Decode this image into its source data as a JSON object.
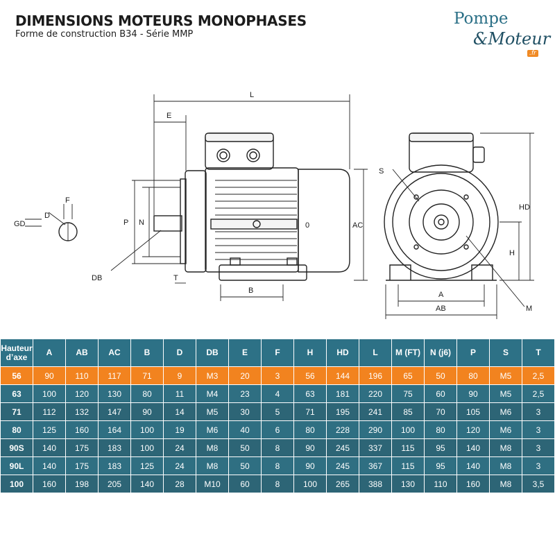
{
  "header": {
    "title": "DIMENSIONS MOTEURS MONOPHASES",
    "subtitle": "Forme de construction B34 - Série MMP"
  },
  "logo": {
    "line1": "Pompe",
    "line2": "&Moteur",
    "suffix": ".fr",
    "colors": {
      "primary": "#2a6f86",
      "accent": "#f08a24"
    }
  },
  "drawing": {
    "labels": {
      "L": "L",
      "E": "E",
      "P": "P",
      "N": "N",
      "AC": "AC",
      "B": "B",
      "T": "T",
      "DB": "DB",
      "O": "0",
      "S": "S",
      "HD": "HD",
      "H": "H",
      "A": "A",
      "AB": "AB",
      "M": "M",
      "GD": "GD",
      "D": "D",
      "F": "F"
    }
  },
  "table": {
    "headers": [
      "Hauteur d’axe",
      "A",
      "AB",
      "AC",
      "B",
      "D",
      "DB",
      "E",
      "F",
      "H",
      "HD",
      "L",
      "M (FT)",
      "N (j6)",
      "P",
      "S",
      "T"
    ],
    "rows": [
      [
        "56",
        "90",
        "110",
        "117",
        "71",
        "9",
        "M3",
        "20",
        "3",
        "56",
        "144",
        "196",
        "65",
        "50",
        "80",
        "M5",
        "2,5"
      ],
      [
        "63",
        "100",
        "120",
        "130",
        "80",
        "11",
        "M4",
        "23",
        "4",
        "63",
        "181",
        "220",
        "75",
        "60",
        "90",
        "M5",
        "2,5"
      ],
      [
        "71",
        "112",
        "132",
        "147",
        "90",
        "14",
        "M5",
        "30",
        "5",
        "71",
        "195",
        "241",
        "85",
        "70",
        "105",
        "M6",
        "3"
      ],
      [
        "80",
        "125",
        "160",
        "164",
        "100",
        "19",
        "M6",
        "40",
        "6",
        "80",
        "228",
        "290",
        "100",
        "80",
        "120",
        "M6",
        "3"
      ],
      [
        "90S",
        "140",
        "175",
        "183",
        "100",
        "24",
        "M8",
        "50",
        "8",
        "90",
        "245",
        "337",
        "115",
        "95",
        "140",
        "M8",
        "3"
      ],
      [
        "90L",
        "140",
        "175",
        "183",
        "125",
        "24",
        "M8",
        "50",
        "8",
        "90",
        "245",
        "367",
        "115",
        "95",
        "140",
        "M8",
        "3"
      ],
      [
        "100",
        "160",
        "198",
        "205",
        "140",
        "28",
        "M10",
        "60",
        "8",
        "100",
        "265",
        "388",
        "130",
        "110",
        "160",
        "M8",
        "3,5"
      ]
    ],
    "highlight_color": "#f2831f",
    "header_color": "#2d7186"
  }
}
